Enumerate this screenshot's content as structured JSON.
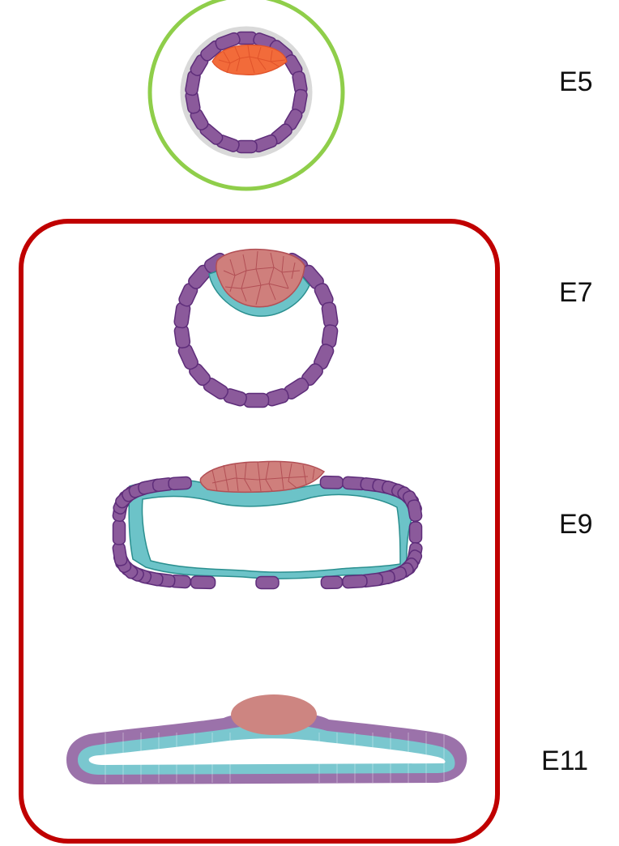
{
  "stages": [
    {
      "id": "e5",
      "label": "E5"
    },
    {
      "id": "e7",
      "label": "E7"
    },
    {
      "id": "e9",
      "label": "E9"
    },
    {
      "id": "e11",
      "label": "E11"
    }
  ],
  "colors": {
    "trophectoderm_fill": "#8b5a9b",
    "trophectoderm_stroke": "#5e2d7a",
    "icm_e5_fill": "#f26b3a",
    "icm_e5_stroke": "#e0522a",
    "epiblast_fill": "#cf7f7c",
    "epiblast_stroke": "#b24f55",
    "hypoblast_fill": "#6cc3c8",
    "hypoblast_stroke": "#2a8f8f",
    "zona_pellucida": "#d9d9d9",
    "outer_ring": "#8fce4a",
    "frame": "#c00000",
    "e11_trophectoderm": "#9b72aa",
    "e11_hypoblast": "#7ac7cf",
    "e11_epiblast": "#cd8581"
  }
}
